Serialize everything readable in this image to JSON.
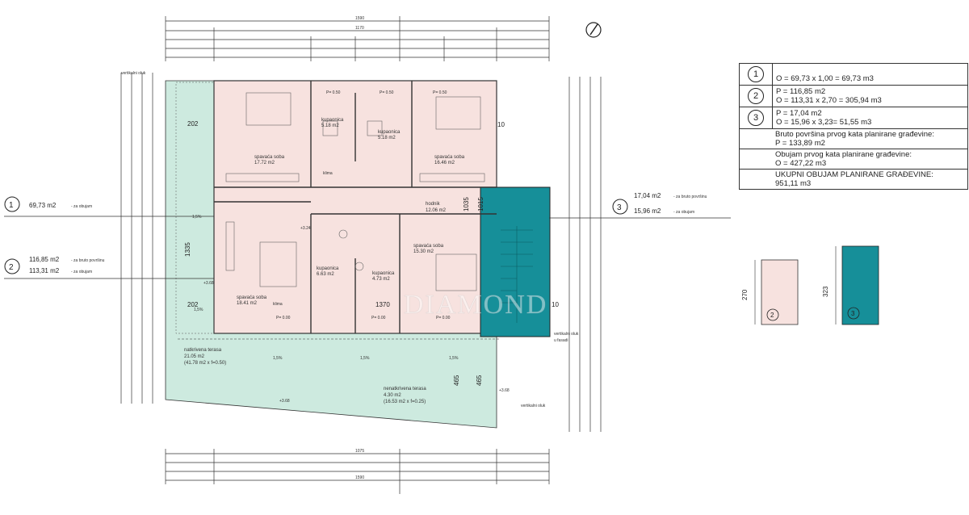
{
  "legend": {
    "rows": [
      {
        "num": "1",
        "lines": [
          "",
          "O = 69,73 x 1,00 = 69,73 m3"
        ]
      },
      {
        "num": "2",
        "lines": [
          "P = 116,85 m2",
          "O = 113,31 x 2,70 = 305,94 m3"
        ]
      },
      {
        "num": "3",
        "lines": [
          "P = 17,04 m2",
          "O = 15,96 x 3,23= 51,55 m3"
        ]
      }
    ],
    "bruto_label": "Bruto površina prvog kata planirane građevine:",
    "bruto_value": "P = 133,89 m2",
    "obujam_label": "Obujam prvog kata planirane građevine:",
    "obujam_value": "O = 427,22 m3",
    "ukupni_label": "UKUPNI OBUJAM PLANIRANE GRAĐEVINE:",
    "ukupni_value": "951,11 m3"
  },
  "markers": {
    "m1": {
      "num": "1",
      "area": "69,73 m2",
      "note": "- za obujam"
    },
    "m2": {
      "num": "2",
      "area1": "116,85 m2",
      "note1": "- za bruto površinu",
      "area2": "113,31 m2",
      "note2": "- za obujam"
    },
    "m3": {
      "num": "3",
      "area1": "17,04 m2",
      "note1": "- za bruto površinu",
      "area2": "15,96 m2",
      "note2": "- za obujam"
    }
  },
  "rooms": [
    {
      "name": "kupaonica",
      "area": "5.18 m2"
    },
    {
      "name": "kupaonica",
      "area": "5.18 m2"
    },
    {
      "name": "spavaća soba",
      "area": "17.72 m2"
    },
    {
      "name": "spavaća soba",
      "area": "16.46 m2"
    },
    {
      "name": "hodnik",
      "area": "12.06 m2"
    },
    {
      "name": "spavaća soba",
      "area": "15.30 m2"
    },
    {
      "name": "kupaonica",
      "area": "6.63 m2"
    },
    {
      "name": "kupaonica",
      "area": "4.73 m2"
    },
    {
      "name": "spavaća soba",
      "area": "18.41 m2"
    }
  ],
  "terraces": {
    "covered_name": "natkrivena terasa",
    "covered_area": "21.05 m2",
    "covered_note": "(41.78 m2 x f=0.50)",
    "uncovered_name": "nenatkrivena terasa",
    "uncovered_area": "4.30 m2",
    "uncovered_note": "(16.53 m2 x f=0.25)"
  },
  "annotations": {
    "vert_oluk_top": "vertikalni oluk",
    "vert_oluk_facade1": "vertikalni oluk",
    "vert_oluk_facade2": "u fasadi",
    "vert_oluk_bottom": "vertikalni oluk",
    "klima": "klima",
    "slope": "1,5%",
    "dim_202a": "202",
    "dim_202b": "202",
    "dim_1370": "1370",
    "dim_1035": "1035",
    "dim_1015": "1015",
    "dim_10a": "10",
    "dim_10b": "10",
    "dim_1335": "1335",
    "dim_465a": "465",
    "dim_465b": "465",
    "lvl_324": "+3.24",
    "lvl_368": "+3.68",
    "p000": "P= 0.00",
    "p050": "P= 0.50",
    "top_dim_total": "1590",
    "top_dim_1170": "1170",
    "bot_dim_total": "1590",
    "bot_dim_1075": "1075"
  },
  "sections": {
    "s270": "270",
    "s323": "323",
    "s2": "2",
    "s3": "3"
  },
  "watermark": "DIAMOND",
  "colors": {
    "pink": "#f7e2df",
    "teal_light": "#cdeadf",
    "teal_dark": "#168f99",
    "line": "#333333"
  }
}
